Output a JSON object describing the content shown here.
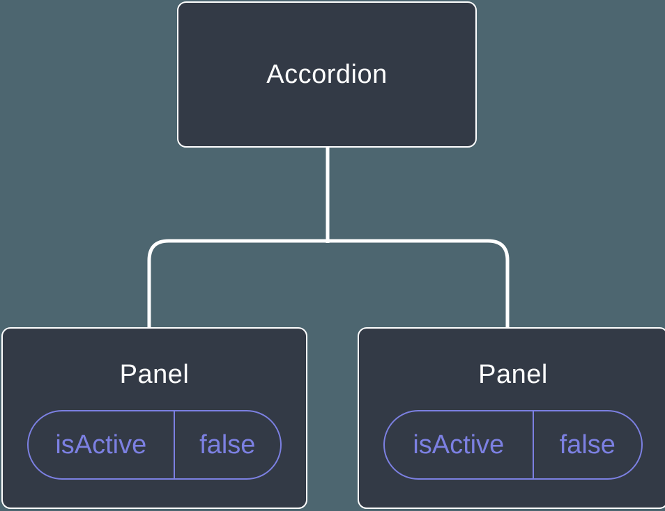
{
  "colors": {
    "background": "#4D6670",
    "node_fill": "#333A46",
    "node_border": "#FFFFFF",
    "accent_purple": "#7C80E2",
    "text_light": "#FFFFFF"
  },
  "tree": {
    "root": {
      "label": "Accordion"
    },
    "children": [
      {
        "label": "Panel",
        "state": {
          "name": "isActive",
          "value": "false"
        }
      },
      {
        "label": "Panel",
        "state": {
          "name": "isActive",
          "value": "false"
        }
      }
    ]
  }
}
